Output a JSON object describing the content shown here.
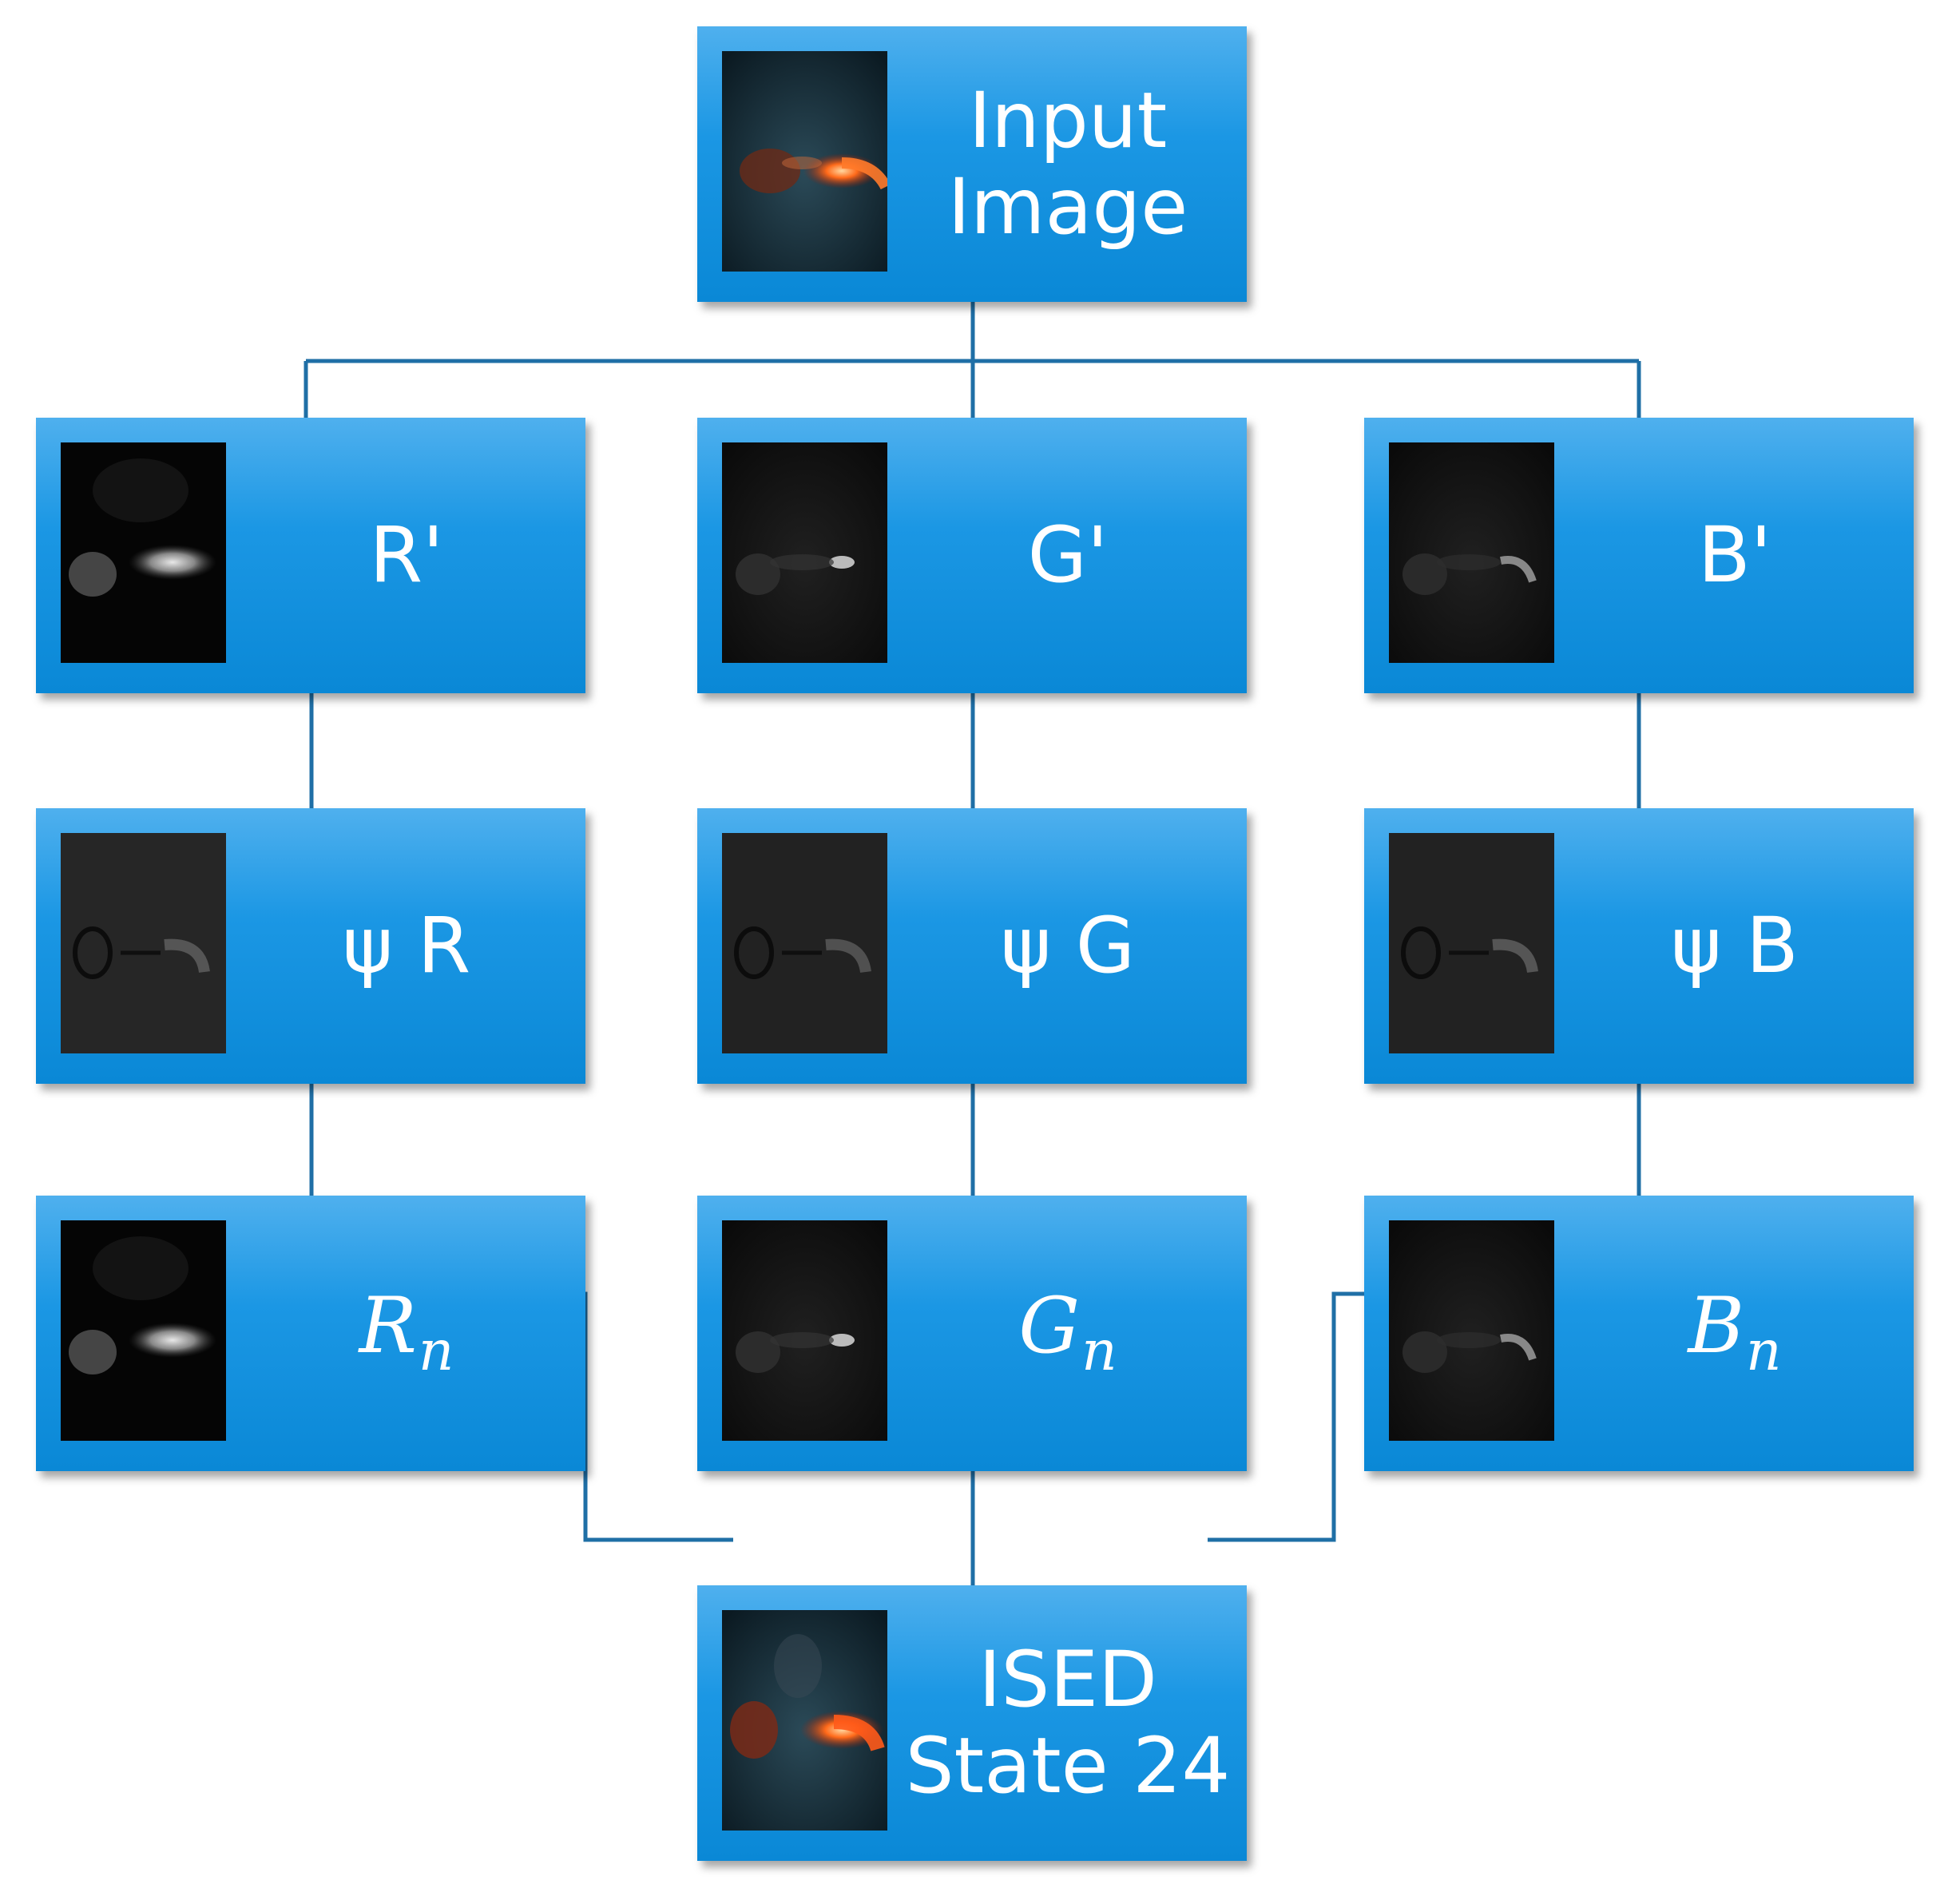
{
  "nodes": {
    "input": {
      "line1": "Input",
      "line2": "Image"
    },
    "r_prime": {
      "label": "R'"
    },
    "g_prime": {
      "label": "G'"
    },
    "b_prime": {
      "label": "B'"
    },
    "psi_r": {
      "label": "ψ R"
    },
    "psi_g": {
      "label": "ψ G"
    },
    "psi_b": {
      "label": "ψ B"
    },
    "r_n": {
      "base": "R",
      "sub": "n"
    },
    "g_n": {
      "base": "G",
      "sub": "n"
    },
    "b_n": {
      "base": "B",
      "sub": "n"
    },
    "output": {
      "line1": "ISED",
      "line2": "State 24"
    }
  },
  "colors": {
    "box": "#1b97e4",
    "connector": "#1f6fa6",
    "text": "#ffffff"
  }
}
